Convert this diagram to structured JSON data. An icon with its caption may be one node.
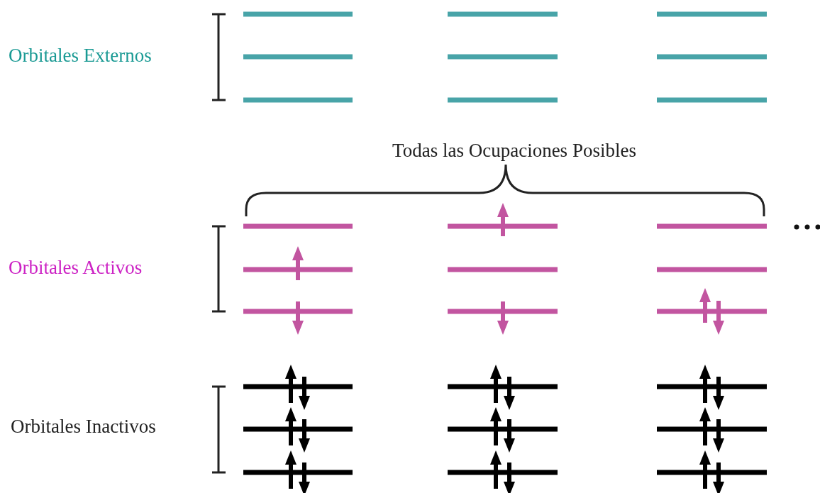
{
  "diagram": {
    "labels": [
      "Orbitales Externos",
      "Todas las Ocupaciones Posibles",
      "Orbitales Activos",
      "Orbitales Inactivos"
    ]
  }
}
